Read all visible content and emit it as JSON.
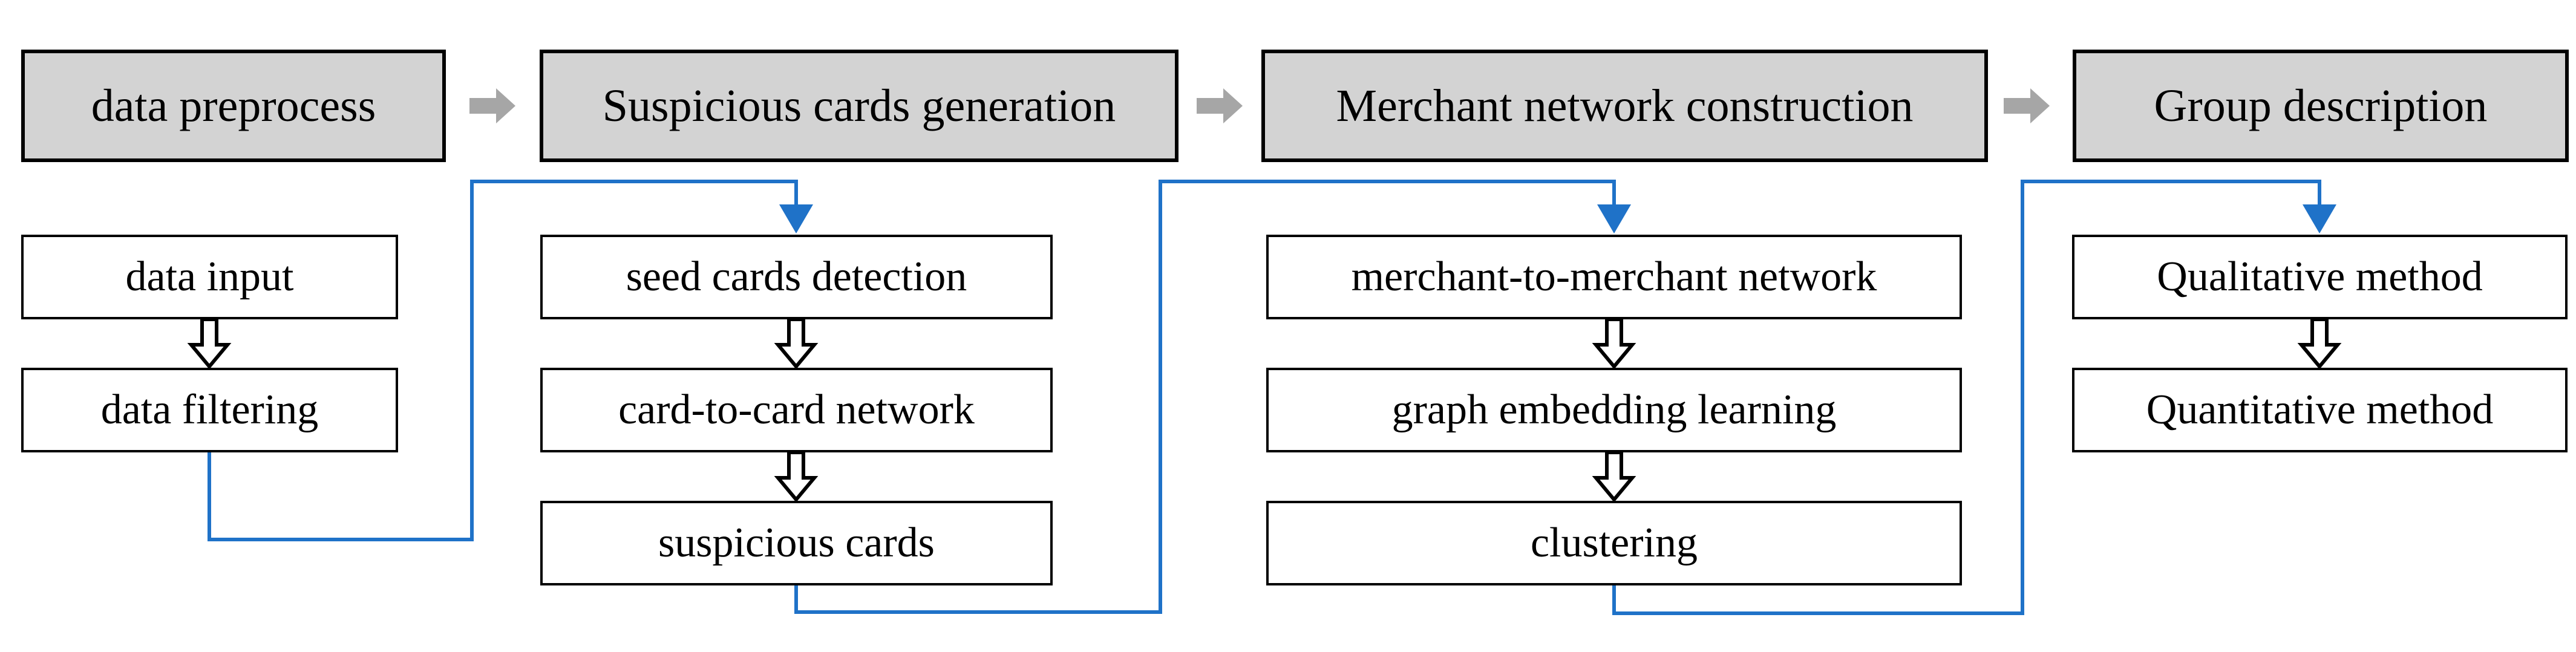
{
  "diagram": {
    "stages": [
      {
        "title": "data preprocess",
        "steps": [
          "data input",
          "data filtering"
        ]
      },
      {
        "title": "Suspicious cards generation",
        "steps": [
          "seed cards detection",
          "card-to-card network",
          "suspicious cards"
        ]
      },
      {
        "title": "Merchant network construction",
        "steps": [
          "merchant-to-merchant network",
          "graph embedding learning",
          "clustering"
        ]
      },
      {
        "title": "Group description",
        "steps": [
          "Qualitative method",
          "Quantitative method"
        ]
      }
    ]
  },
  "colors": {
    "page_bg": "#ffffff",
    "stage_fill": "#d3d3d3",
    "step_fill": "#ffffff",
    "outline": "#000000",
    "connector": "#1f72c8",
    "stage_arrow": "#a6a6a6",
    "hollow_arrow_fill": "#ffffff"
  }
}
